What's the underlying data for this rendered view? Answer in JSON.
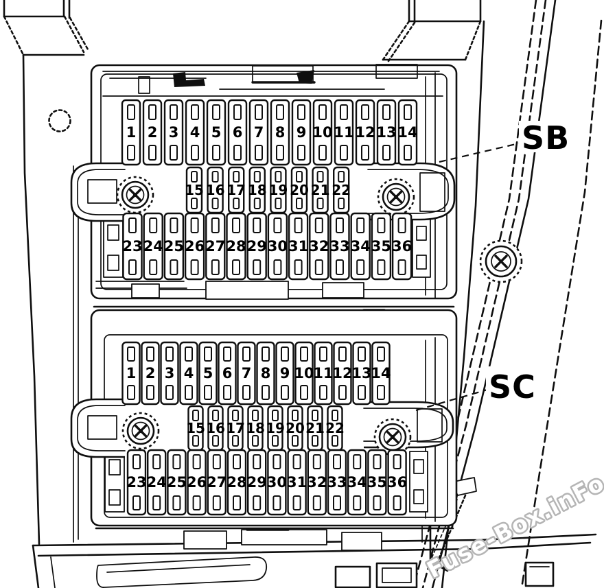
{
  "colors": {
    "line": "#0f0f0f",
    "text": "#000000",
    "watermark": "#b5b5b5",
    "background": "#ffffff"
  },
  "diagram": {
    "type": "fuse-box-line-diagram",
    "watermark": {
      "text": "Fuse-Box.inFo"
    }
  },
  "panels": [
    {
      "id": "sb",
      "label": "SB",
      "rows": [
        {
          "name": "upper-row",
          "fuses": [
            1,
            2,
            3,
            4,
            5,
            6,
            7,
            8,
            9,
            10,
            11,
            12,
            13,
            14
          ]
        },
        {
          "name": "middle-row",
          "fuses": [
            15,
            16,
            17,
            18,
            19,
            20,
            21,
            22
          ]
        },
        {
          "name": "lower-row",
          "fuses": [
            23,
            24,
            25,
            26,
            27,
            28,
            29,
            30,
            31,
            32,
            33,
            34,
            35,
            36
          ]
        }
      ]
    },
    {
      "id": "sc",
      "label": "SC",
      "rows": [
        {
          "name": "upper-row",
          "fuses": [
            1,
            2,
            3,
            4,
            5,
            6,
            7,
            8,
            9,
            10,
            11,
            12,
            13,
            14
          ]
        },
        {
          "name": "middle-row",
          "fuses": [
            15,
            16,
            17,
            18,
            19,
            20,
            21,
            22
          ]
        },
        {
          "name": "lower-row",
          "fuses": [
            23,
            24,
            25,
            26,
            27,
            28,
            29,
            30,
            31,
            32,
            33,
            34,
            35,
            36
          ]
        }
      ]
    }
  ]
}
